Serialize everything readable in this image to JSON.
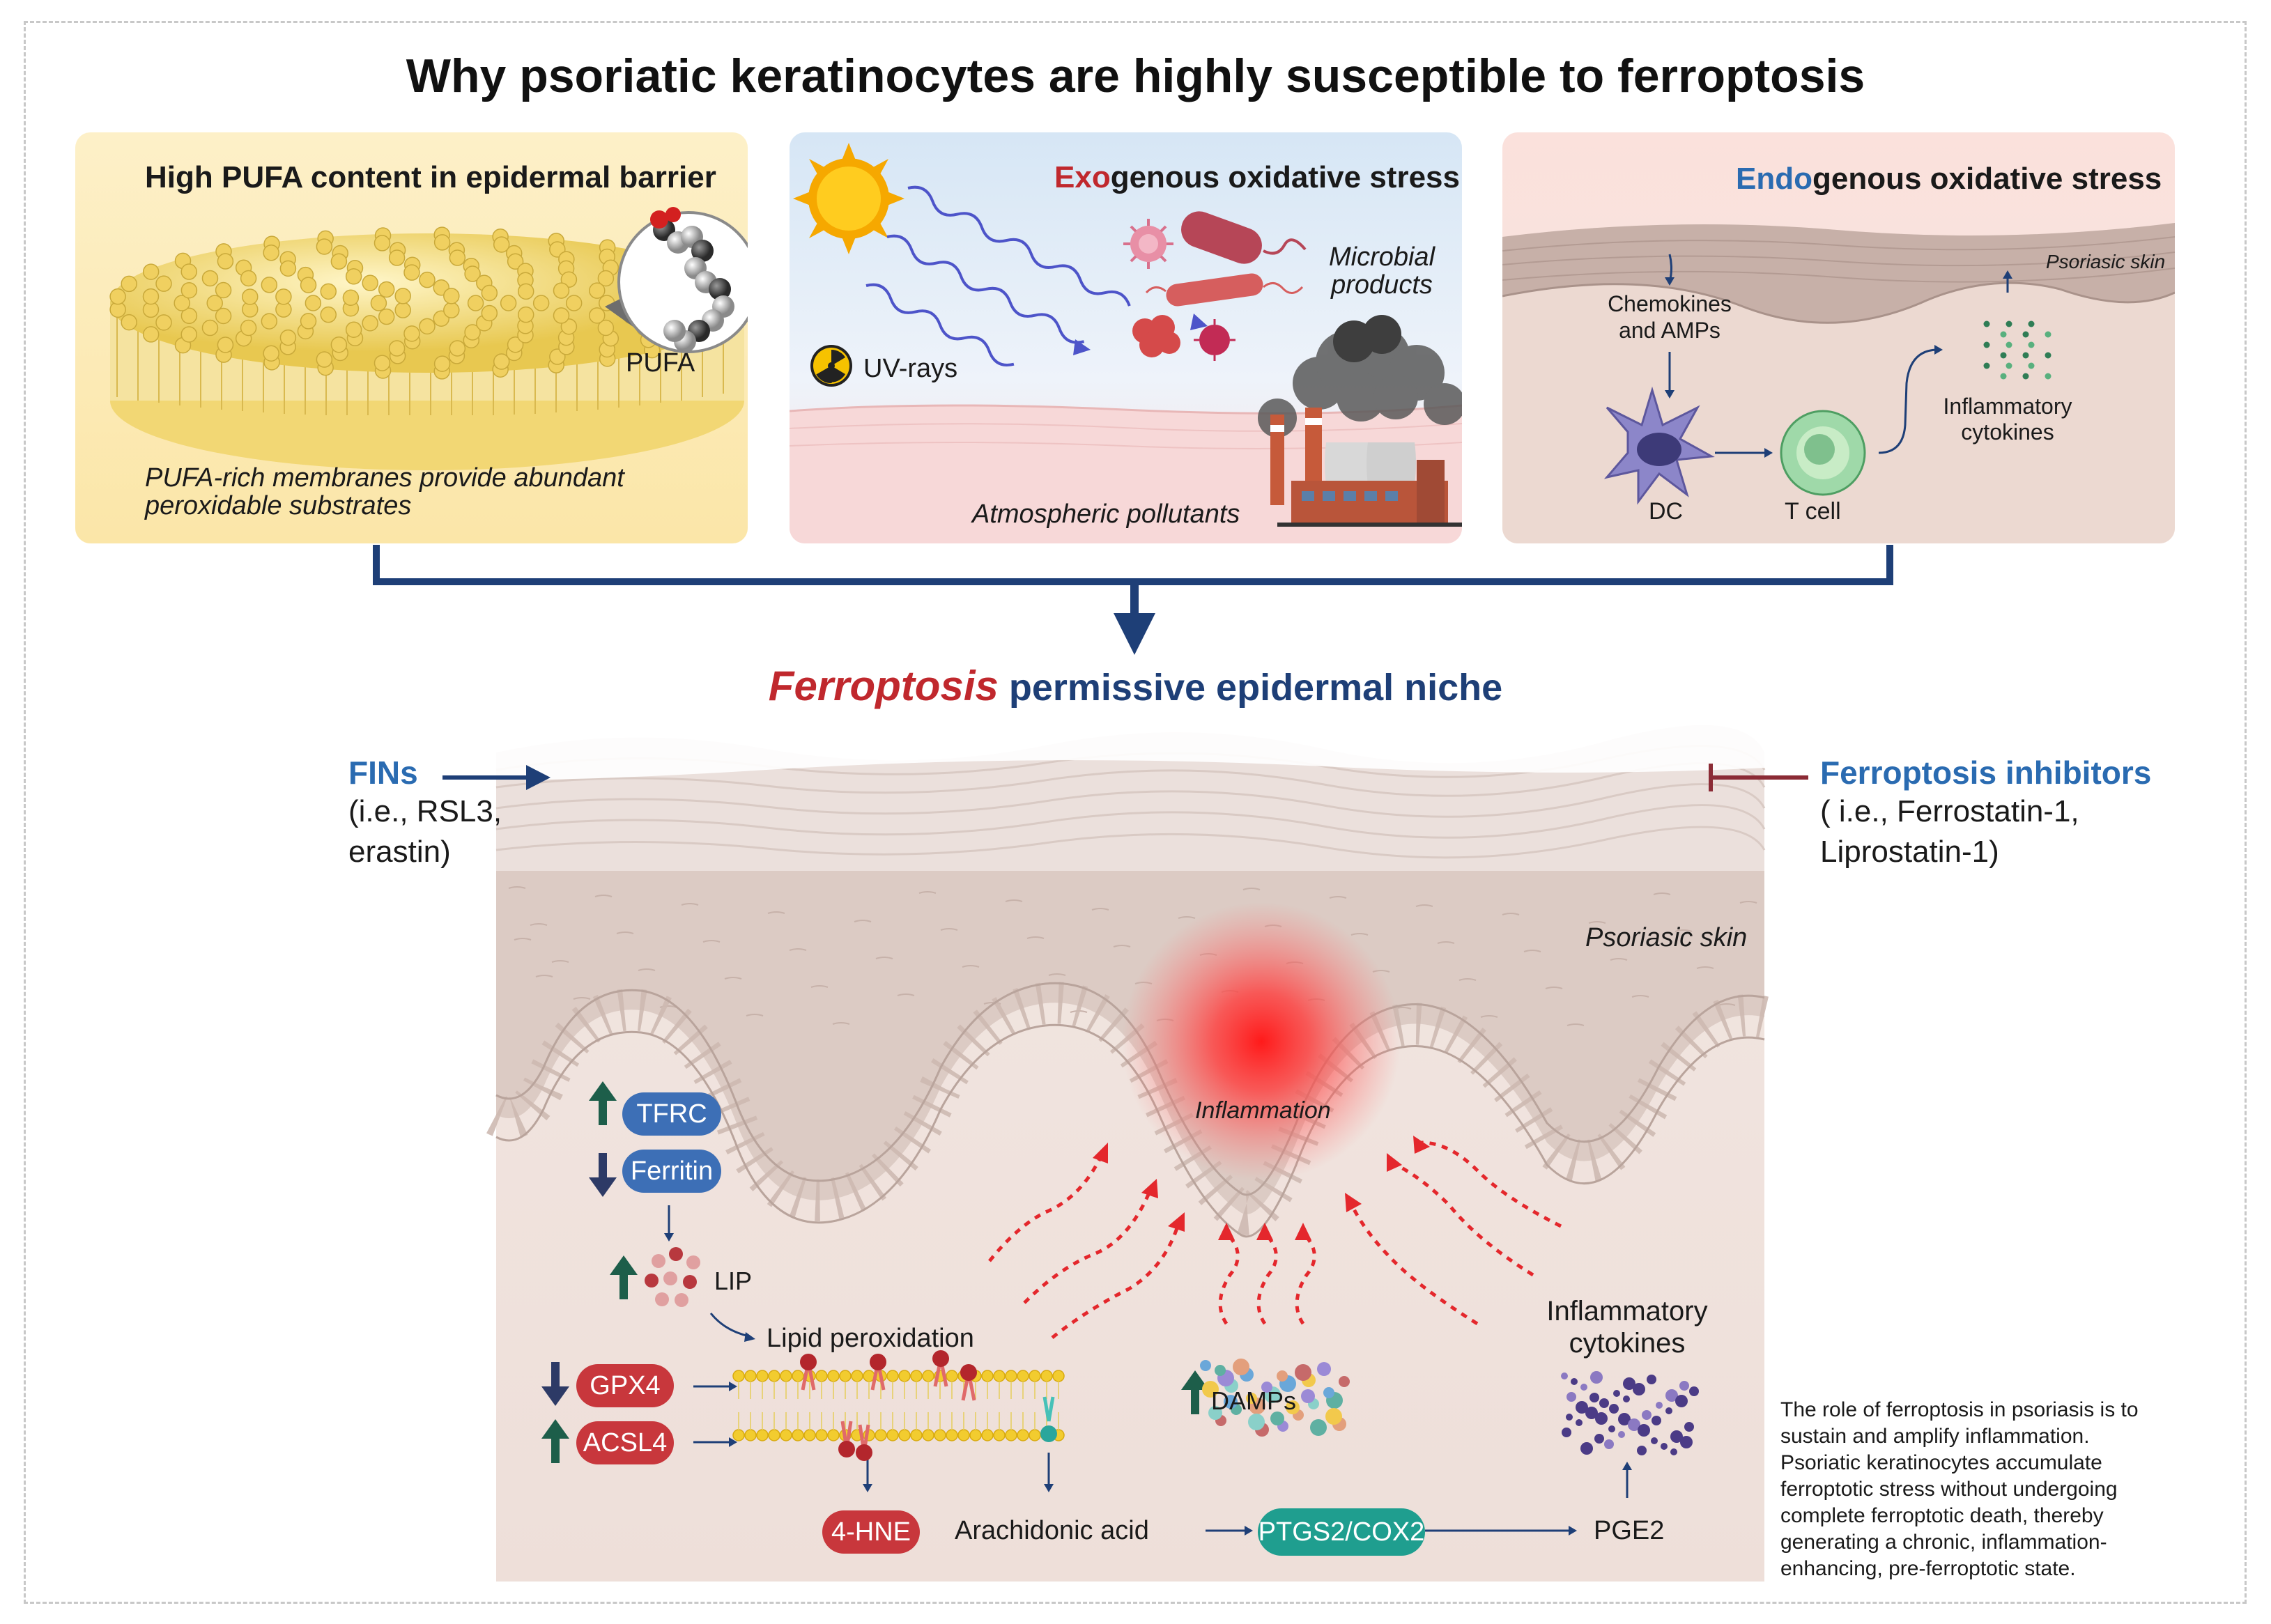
{
  "title": "Why psoriatic keratinocytes are highly susceptible to ferroptosis",
  "panel1": {
    "title": "High PUFA content in epidermal barrier",
    "pufa_label": "PUFA",
    "caption_line1": "PUFA-rich membranes provide abundant",
    "caption_line2": "peroxidable substrates"
  },
  "panel2": {
    "title_prefix": "Exo",
    "title_suffix": "genous oxidative stress",
    "microbial_line1": "Microbial",
    "microbial_line2": "products",
    "uv_label": "UV-rays",
    "pollutants_label": "Atmospheric pollutants"
  },
  "panel3": {
    "title_prefix": "Endo",
    "title_suffix": "genous oxidative stress",
    "skin_label": "Psoriasic skin",
    "chemokines_line1": "Chemokines",
    "chemokines_line2": "and AMPs",
    "cytokines_line1": "Inflammatory",
    "cytokines_line2": "cytokines",
    "dc_label": "DC",
    "tcell_label": "T cell"
  },
  "niche": {
    "title_prefix": "Ferroptosis",
    "title_suffix": " permissive epidermal niche"
  },
  "left_side": {
    "fins_title": "FINs",
    "fins_line1": "(i.e., RSL3,",
    "fins_line2": "erastin)"
  },
  "right_side": {
    "inhib_title": "Ferroptosis inhibitors",
    "inhib_line1": "( i.e., Ferrostatin-1,",
    "inhib_line2": "Liprostatin-1)"
  },
  "skin": {
    "psoriasic_label": "Psoriasic skin",
    "inflammation_label": "Inflammation"
  },
  "pathway": {
    "tfrc": "TFRC",
    "ferritin": "Ferritin",
    "lip": "LIP",
    "lipid_peroxidation": "Lipid peroxidation",
    "gpx4": "GPX4",
    "acsl4": "ACSL4",
    "hne": "4-HNE",
    "arachidonic": "Arachidonic acid",
    "ptgs2": "PTGS2/COX2",
    "pge2": "PGE2",
    "damps": "DAMPs",
    "cyto_line1": "Inflammatory",
    "cyto_line2": "cytokines"
  },
  "summary": [
    "The role of ferroptosis in psoriasis is to",
    "sustain and amplify inflammation.",
    "Psoriatic keratinocytes accumulate",
    "ferroptotic stress without undergoing",
    "complete ferroptotic death, thereby",
    "generating a chronic, inflammation-",
    "enhancing, pre-ferroptotic state."
  ],
  "colors": {
    "navy": "#1e3f77",
    "red_accent": "#c0282d",
    "pill_blue": "#3d6fb6",
    "pill_red": "#c8373c",
    "pill_teal": "#1f9e8f",
    "up_green": "#1d5e4a"
  }
}
